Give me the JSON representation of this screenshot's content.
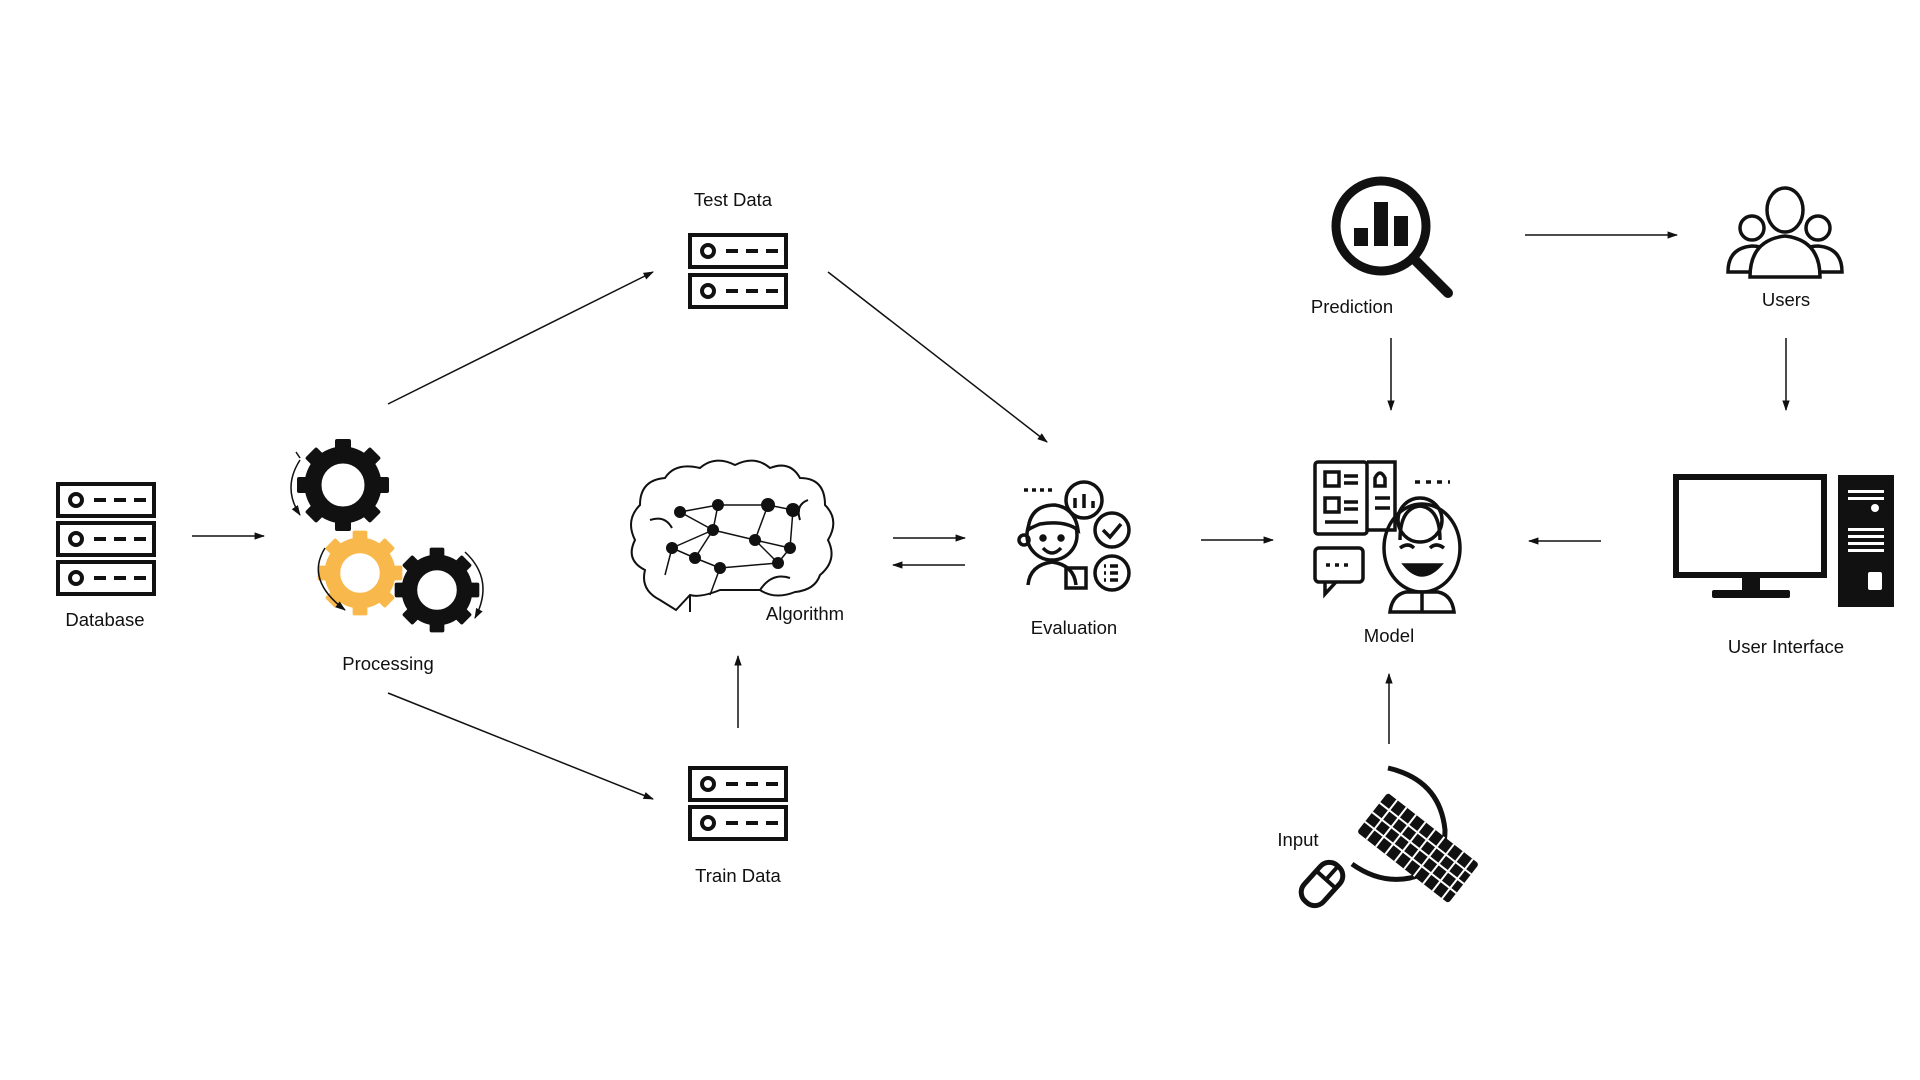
{
  "diagram": {
    "nodes": {
      "database": {
        "label": "Database",
        "icon": "server-icon"
      },
      "processing": {
        "label": "Processing",
        "icon": "gears-icon"
      },
      "test_data": {
        "label": "Test Data",
        "icon": "server-icon"
      },
      "train_data": {
        "label": "Train Data",
        "icon": "server-icon"
      },
      "algorithm": {
        "label": "Algorithm",
        "icon": "brain-network-icon"
      },
      "evaluation": {
        "label": "Evaluation",
        "icon": "evaluation-person-icon"
      },
      "model": {
        "label": "Model",
        "icon": "model-thinking-icon"
      },
      "prediction": {
        "label": "Prediction",
        "icon": "magnifier-chart-icon"
      },
      "users": {
        "label": "Users",
        "icon": "users-group-icon"
      },
      "user_interface": {
        "label": "User Interface",
        "icon": "desktop-computer-icon"
      },
      "input": {
        "label": "Input",
        "icon": "keyboard-mouse-icon"
      }
    },
    "edges": [
      {
        "from": "database",
        "to": "processing"
      },
      {
        "from": "processing",
        "to": "test_data"
      },
      {
        "from": "processing",
        "to": "train_data"
      },
      {
        "from": "train_data",
        "to": "algorithm"
      },
      {
        "from": "algorithm",
        "to": "evaluation"
      },
      {
        "from": "evaluation",
        "to": "algorithm"
      },
      {
        "from": "test_data",
        "to": "evaluation"
      },
      {
        "from": "evaluation",
        "to": "model"
      },
      {
        "from": "prediction",
        "to": "model"
      },
      {
        "from": "prediction",
        "to": "users"
      },
      {
        "from": "users",
        "to": "user_interface"
      },
      {
        "from": "user_interface",
        "to": "model"
      },
      {
        "from": "input",
        "to": "model"
      }
    ],
    "colors": {
      "ink": "#111111",
      "gear_accent": "#F9B84B",
      "background": "#FFFFFF"
    }
  }
}
